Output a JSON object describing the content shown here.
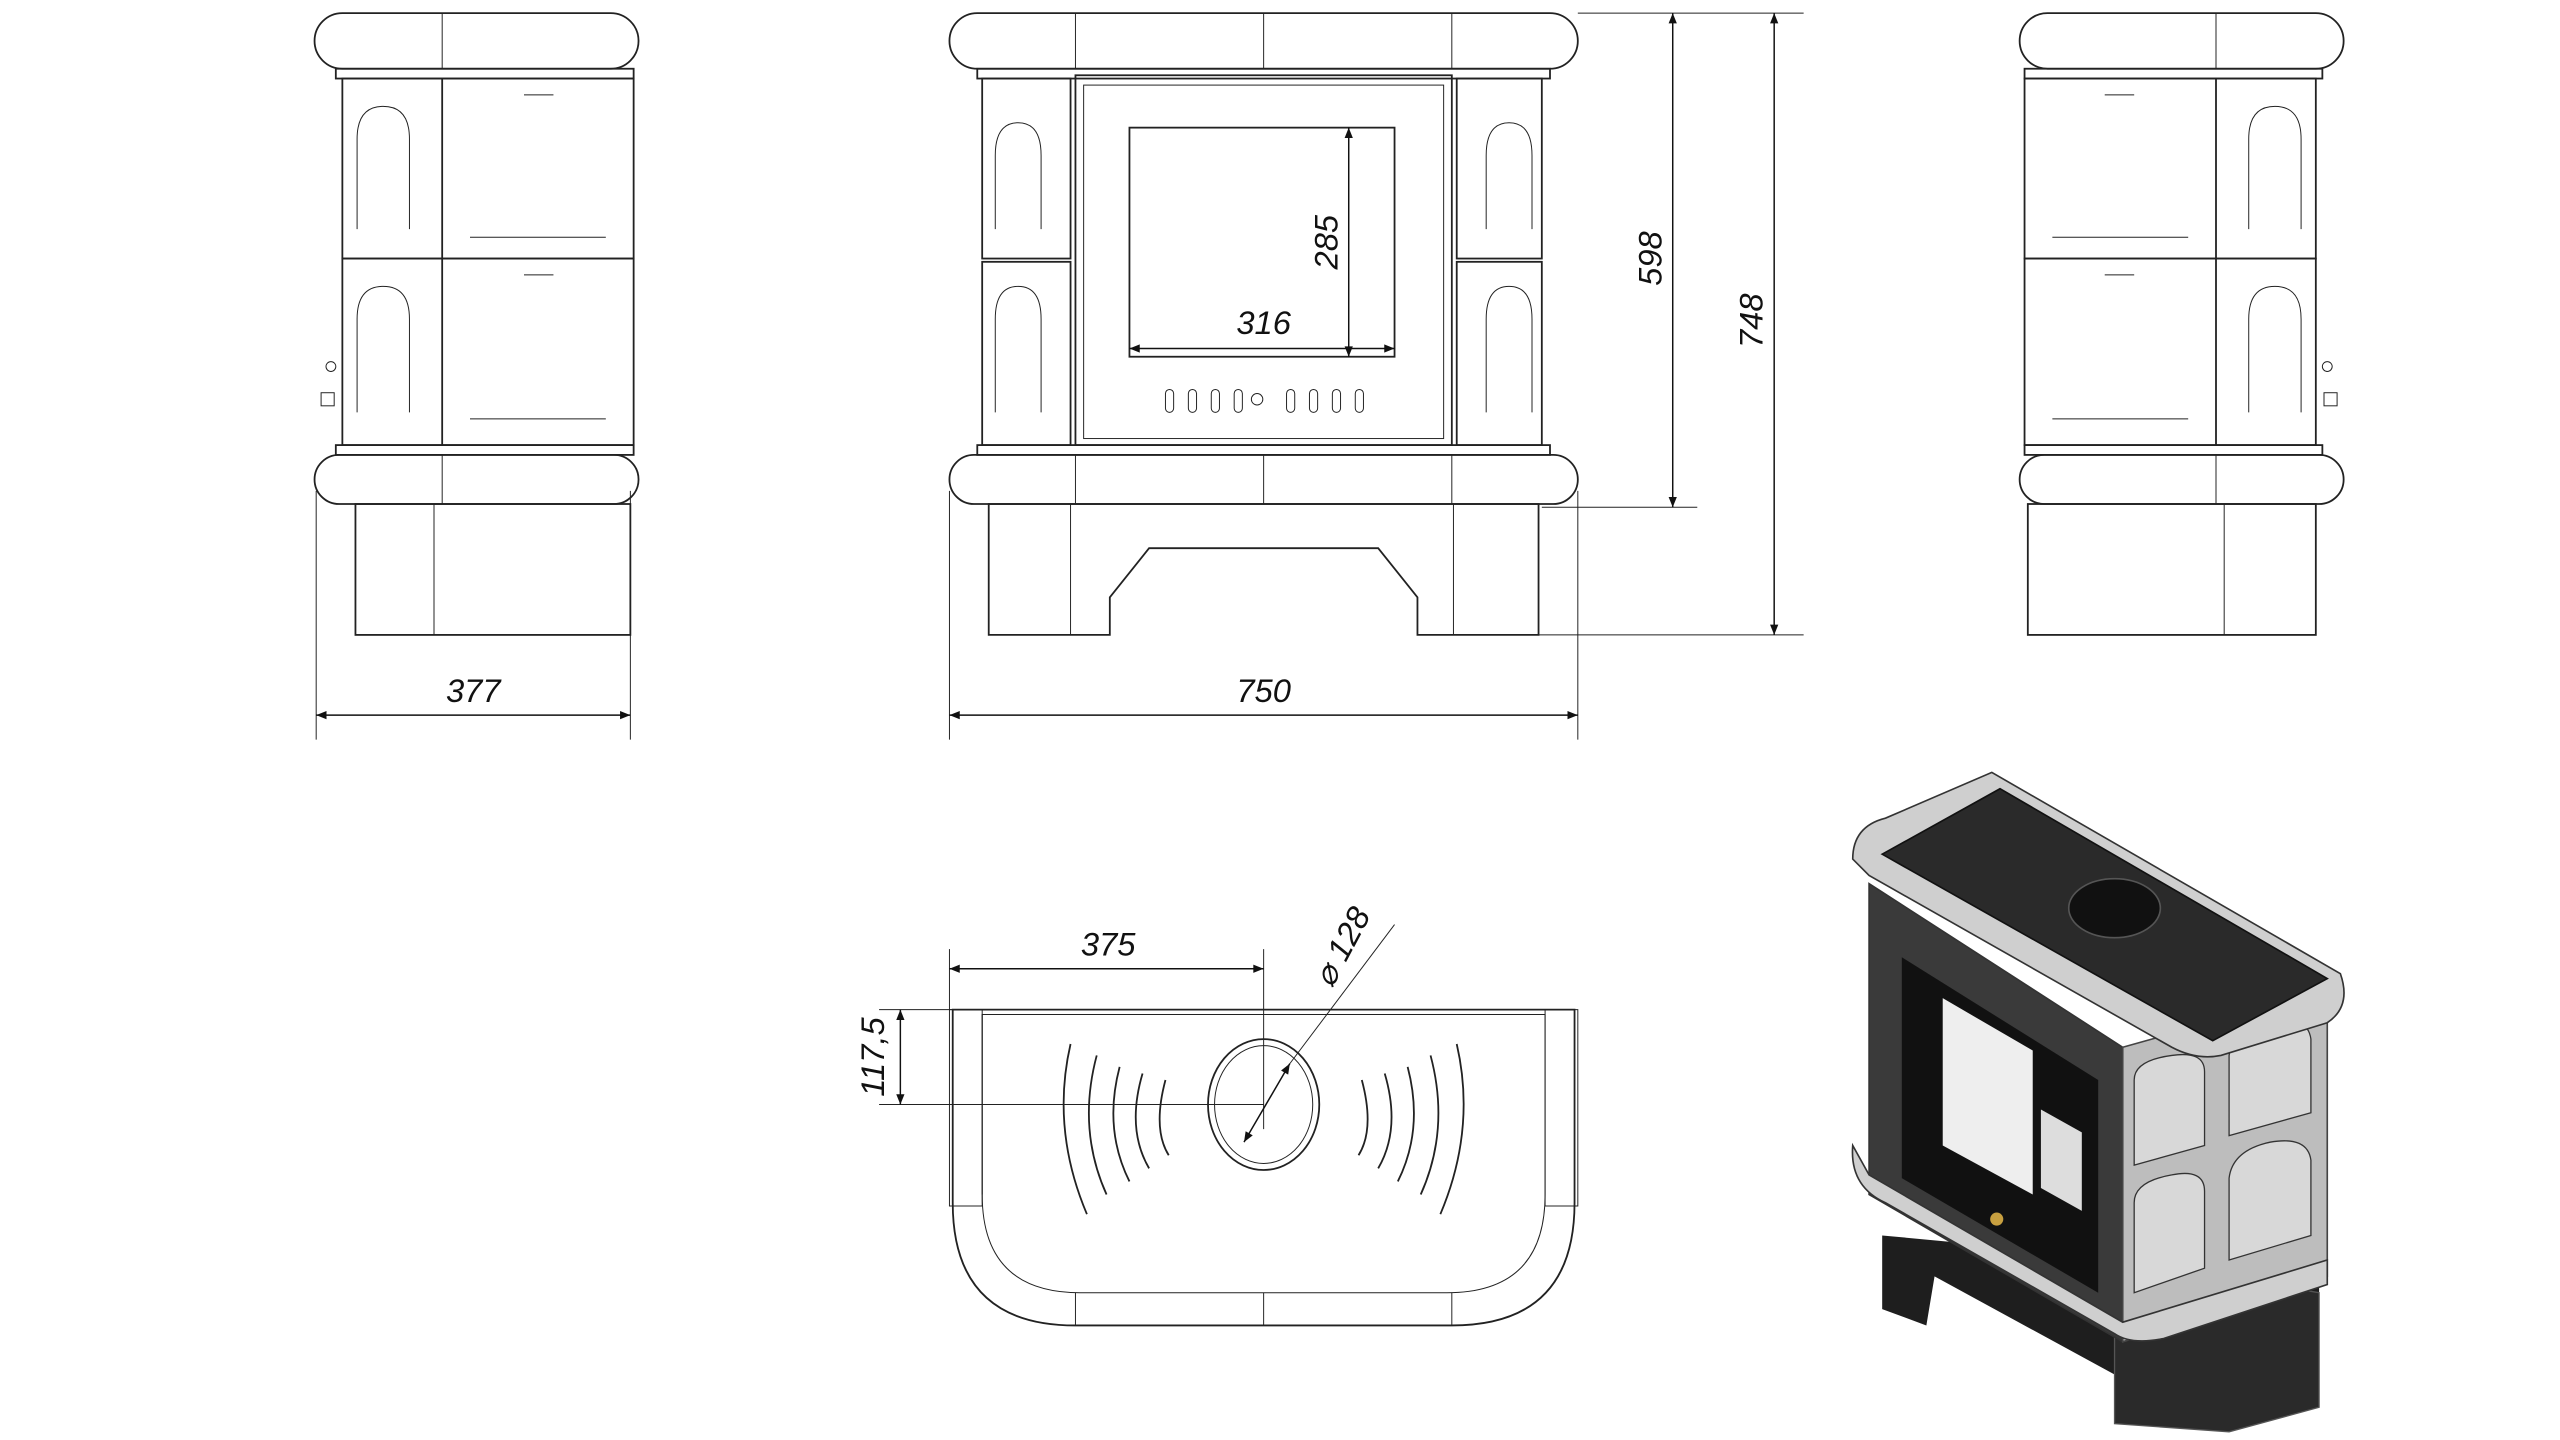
{
  "dimensions": {
    "side_depth": "377",
    "front_width": "750",
    "body_height": "598",
    "total_height": "748",
    "glass_height": "285",
    "glass_width": "316",
    "flue_offset_x": "375",
    "flue_offset_y": "117,5",
    "flue_diameter": "128",
    "diameter_symbol": "⌀"
  },
  "colors": {
    "line": "#222222",
    "top_plate": "#2a2a2a",
    "tile": "#d6d6d6",
    "base": "#1e1e1e"
  }
}
